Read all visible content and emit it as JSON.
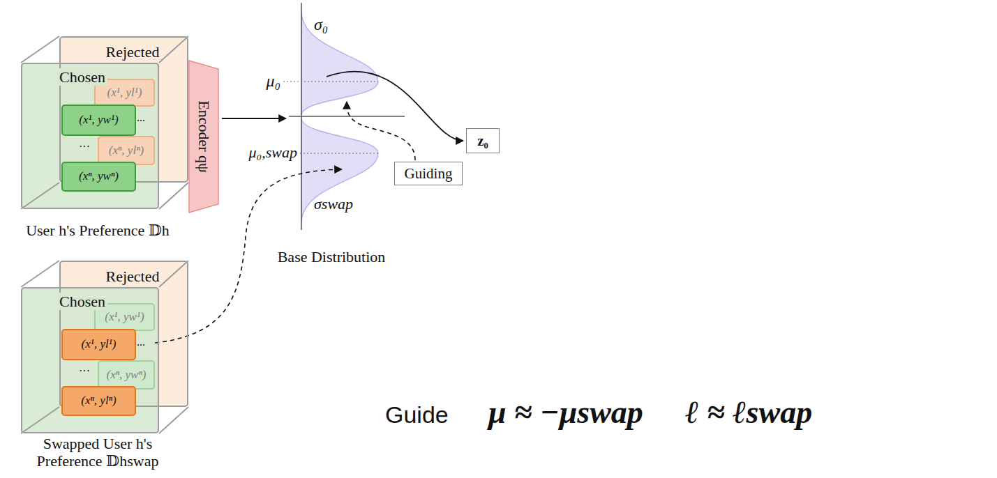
{
  "diagram": {
    "nodes": [
      {
        "text": [
          "Rejected"
        ]
      },
      {
        "text": [
          "Chosen"
        ]
      },
      {
        "text": [
          "(x¹, yl¹)"
        ],
        "in": 0
      },
      {
        "text": [
          "(x¹, yw¹)"
        ],
        "in": 1
      },
      {
        "text": [
          "(xⁿ, ylⁿ)"
        ],
        "in": 0
      },
      {
        "text": [
          "(xⁿ, ywⁿ)"
        ],
        "in": 1
      },
      {
        "text": [
          "Encoder qψ"
        ]
      },
      {
        "text": [
          "z₀"
        ]
      },
      {
        "text": [
          "Guiding"
        ]
      },
      {
        "text": [
          "Rejected"
        ]
      },
      {
        "text": [
          "Chosen"
        ]
      },
      {
        "text": [
          "(x¹, yw¹)"
        ],
        "in": 9
      },
      {
        "text": [
          "(x¹, yl¹)"
        ],
        "in": 10
      },
      {
        "text": [
          "(xⁿ, ywⁿ)"
        ],
        "in": 9
      },
      {
        "text": [
          "(xⁿ, ylⁿ)"
        ],
        "in": 10
      }
    ],
    "labels": [
      "User h's Preference 𝔻h",
      "...",
      "···",
      "σ₀",
      "μ₀",
      "μ₀,swap",
      "σswap",
      "Base Distribution",
      "...",
      "···",
      "Swapped User h's Preference 𝔻hswap",
      "Guide",
      "μ ≈ −μswap",
      "ℓ ≈ ℓswap"
    ]
  }
}
